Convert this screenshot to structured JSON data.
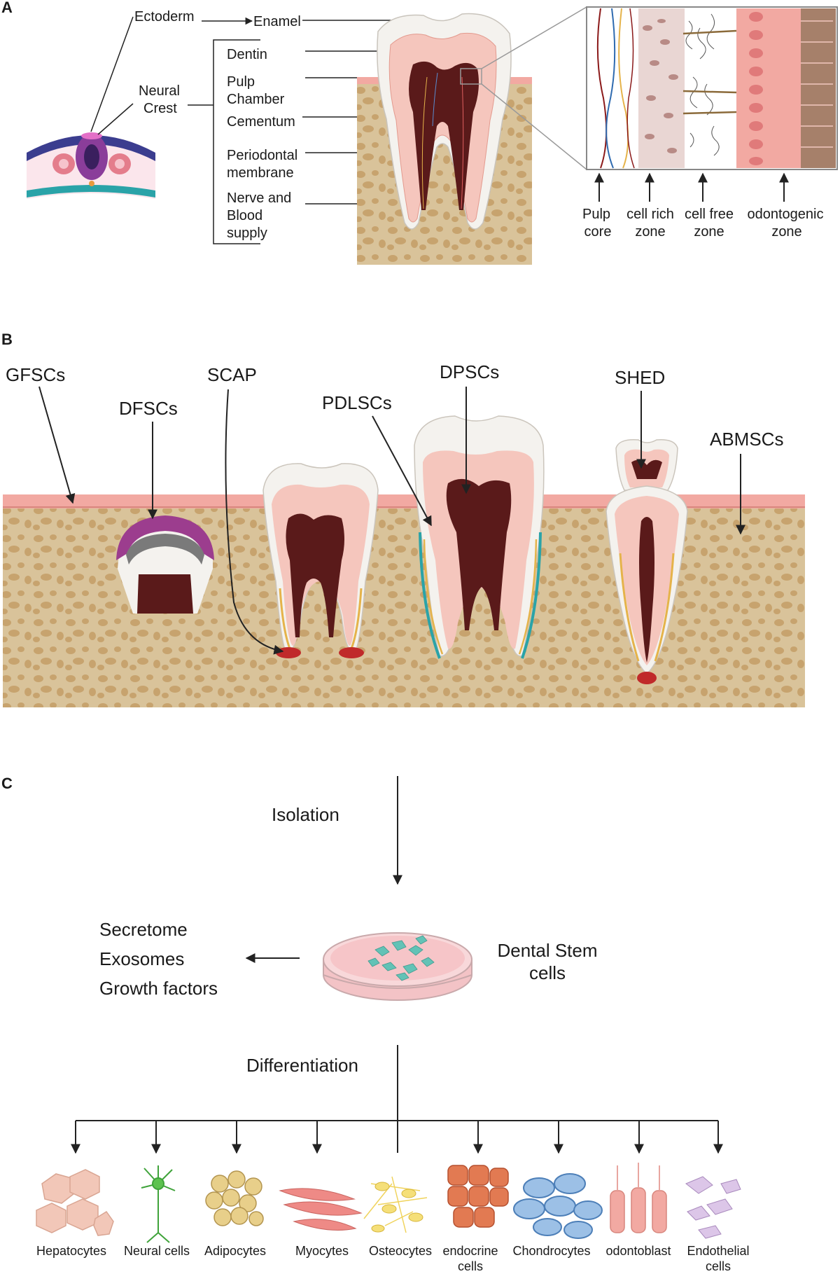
{
  "panels": [
    "A",
    "B",
    "C"
  ],
  "panel_a": {
    "embryo_labels": [
      "Ectoderm",
      "Neural",
      "Crest"
    ],
    "tooth_labels": [
      "Enamel",
      "Dentin",
      "Pulp",
      "Chamber",
      "Cementum",
      "Periodontal",
      "membrane",
      "Nerve and",
      "Blood",
      "supply"
    ],
    "zones": [
      {
        "l1": "Pulp",
        "l2": "core"
      },
      {
        "l1": "cell rich",
        "l2": "zone"
      },
      {
        "l1": "cell free",
        "l2": "zone"
      },
      {
        "l1": "odontogenic",
        "l2": "zone"
      }
    ]
  },
  "panel_b": {
    "labels": [
      "GFSCs",
      "DFSCs",
      "SCAP",
      "PDLSCs",
      "DPSCs",
      "SHED",
      "ABMSCs"
    ]
  },
  "panel_c": {
    "isolation": "Isolation",
    "secretome": [
      "Secretome",
      "Exosomes",
      "Growth factors"
    ],
    "dsc": [
      "Dental Stem",
      "cells"
    ],
    "differentiation": "Differentiation",
    "cells": [
      {
        "l1": "Hepatocytes",
        "l2": ""
      },
      {
        "l1": "Neural cells",
        "l2": ""
      },
      {
        "l1": "Adipocytes",
        "l2": ""
      },
      {
        "l1": "Myocytes",
        "l2": ""
      },
      {
        "l1": "Osteocytes",
        "l2": ""
      },
      {
        "l1": "endocrine",
        "l2": "cells"
      },
      {
        "l1": "Chondrocytes",
        "l2": ""
      },
      {
        "l1": "odontoblast",
        "l2": ""
      },
      {
        "l1": "Endothelial",
        "l2": "cells"
      }
    ]
  },
  "colors": {
    "bone": "#d9c39a",
    "bone_spot": "#c7a36e",
    "gum": "#f2a9a2",
    "enamel": "#f4f2ee",
    "dentin": "#f5c6bd",
    "pulp": "#5a1a1a",
    "embryo_blue": "#3b3d8f",
    "embryo_teal": "#2aa3a8",
    "cell_teal": "#63c2b6"
  }
}
